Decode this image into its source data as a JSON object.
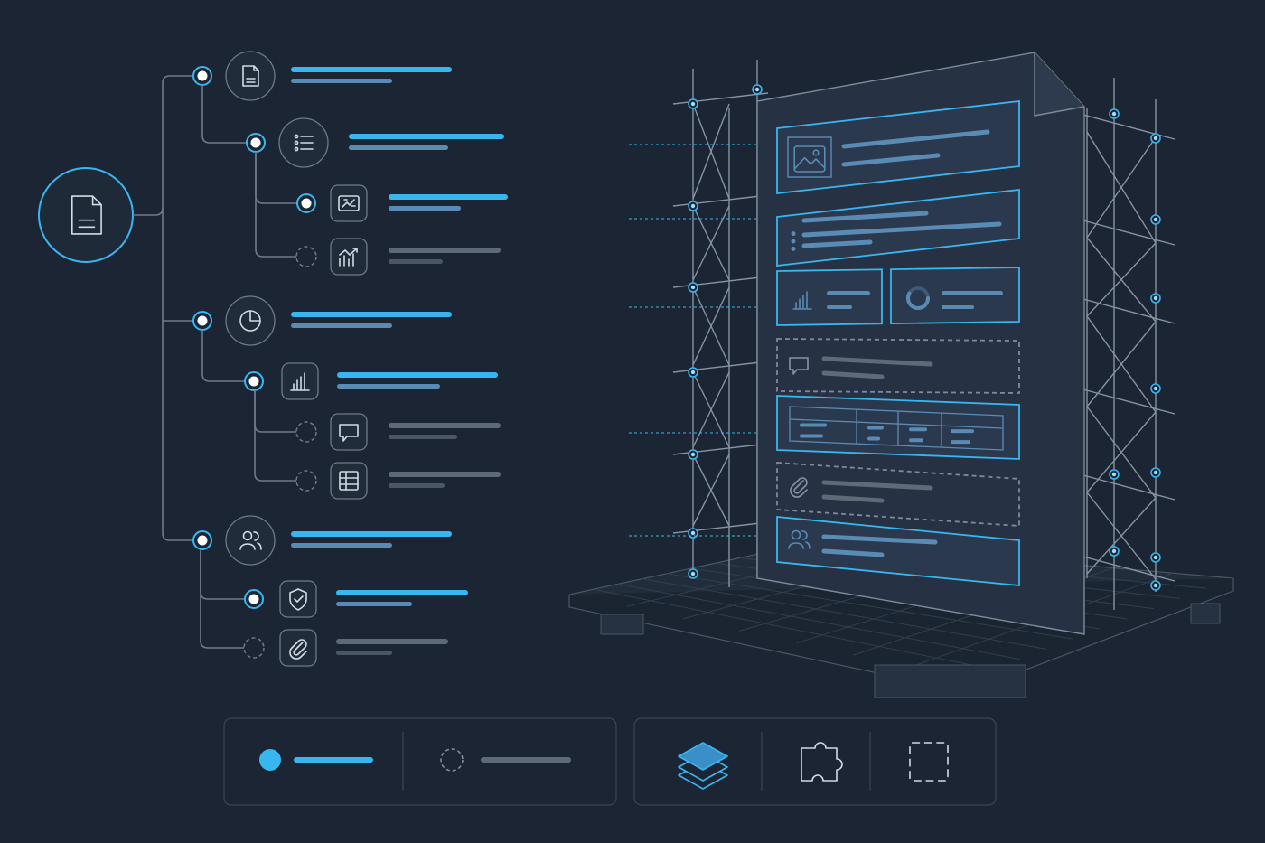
{
  "colors": {
    "background": "#1c2533",
    "accent": "#38b6f0",
    "accent_soft": "#5a8bb5",
    "muted": "#5f6a78",
    "muted_soft": "#4c5765",
    "line": "#6f7a88",
    "icon_stroke": "#d3dae3",
    "panel_stroke": "#3a4656"
  },
  "tree": {
    "root": {
      "icon": "document-icon",
      "status": "root"
    },
    "groups": [
      {
        "icon": "document-icon",
        "status": "active",
        "children": [
          {
            "icon": "list-icon",
            "status": "active",
            "children": [
              {
                "icon": "image-chart-icon",
                "status": "active"
              },
              {
                "icon": "trend-chart-icon",
                "status": "pending"
              }
            ]
          }
        ]
      },
      {
        "icon": "pie-chart-icon",
        "status": "active",
        "children": [
          {
            "icon": "bar-chart-icon",
            "status": "active"
          },
          {
            "icon": "comment-icon",
            "status": "pending"
          },
          {
            "icon": "table-icon",
            "status": "pending"
          }
        ]
      },
      {
        "icon": "users-icon",
        "status": "active",
        "children": [
          {
            "icon": "shield-check-icon",
            "status": "active"
          },
          {
            "icon": "paperclip-icon",
            "status": "pending"
          }
        ]
      }
    ]
  },
  "document_stack": {
    "cards": [
      {
        "icon": "image-icon",
        "status": "active"
      },
      {
        "icon": "bullet-list-icon",
        "status": "active"
      },
      {
        "icon": "bar-chart-icon",
        "status": "active",
        "split_icon": "donut-chart-icon"
      },
      {
        "icon": "comment-icon",
        "status": "pending"
      },
      {
        "icon": "table-icon",
        "status": "active"
      },
      {
        "icon": "paperclip-icon",
        "status": "pending"
      },
      {
        "icon": "users-icon",
        "status": "active"
      }
    ]
  },
  "legend": {
    "items": [
      {
        "icon": "filled-dot-icon",
        "status": "active"
      },
      {
        "icon": "dashed-dot-icon",
        "status": "pending"
      }
    ]
  },
  "toolbar": {
    "items": [
      {
        "icon": "layers-icon"
      },
      {
        "icon": "puzzle-piece-icon"
      },
      {
        "icon": "dashed-square-icon"
      }
    ]
  }
}
